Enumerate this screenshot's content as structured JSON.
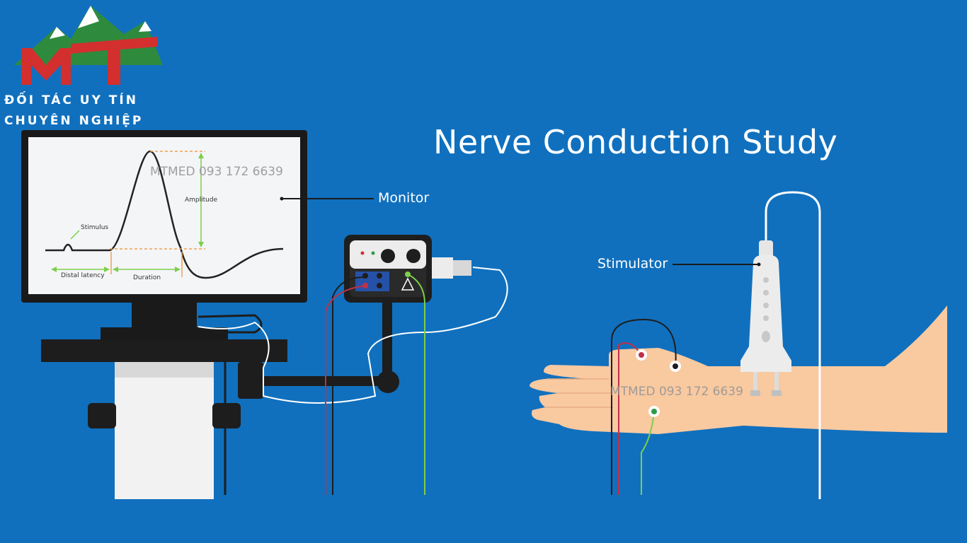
{
  "title": "Nerve Conduction Study",
  "logo": {
    "letters": "MT",
    "line1": "ĐỐI TÁC UY TÍN",
    "line2": "CHUYÊN NGHIỆP",
    "colors": {
      "mountain": "#2e8b3e",
      "letters": "#d32f2f"
    }
  },
  "callouts": {
    "monitor": "Monitor",
    "stimulator": "Stimulator"
  },
  "screen_labels": {
    "stimulus": "Stimulus",
    "amplitude": "Amplitude",
    "distal_latency": "Distal latency",
    "duration": "Duration"
  },
  "watermarks": [
    "MTMED 093 172 6639",
    "MTMED 093 172 6639"
  ],
  "colors": {
    "background": "#1070be",
    "skin": "#f9c9a0",
    "device_dark": "#1e1e1e",
    "electrode_red": "#c0304a",
    "electrode_green": "#2e9a4a",
    "guide_orange": "#f0a050",
    "guide_green": "#7ccf4a"
  }
}
